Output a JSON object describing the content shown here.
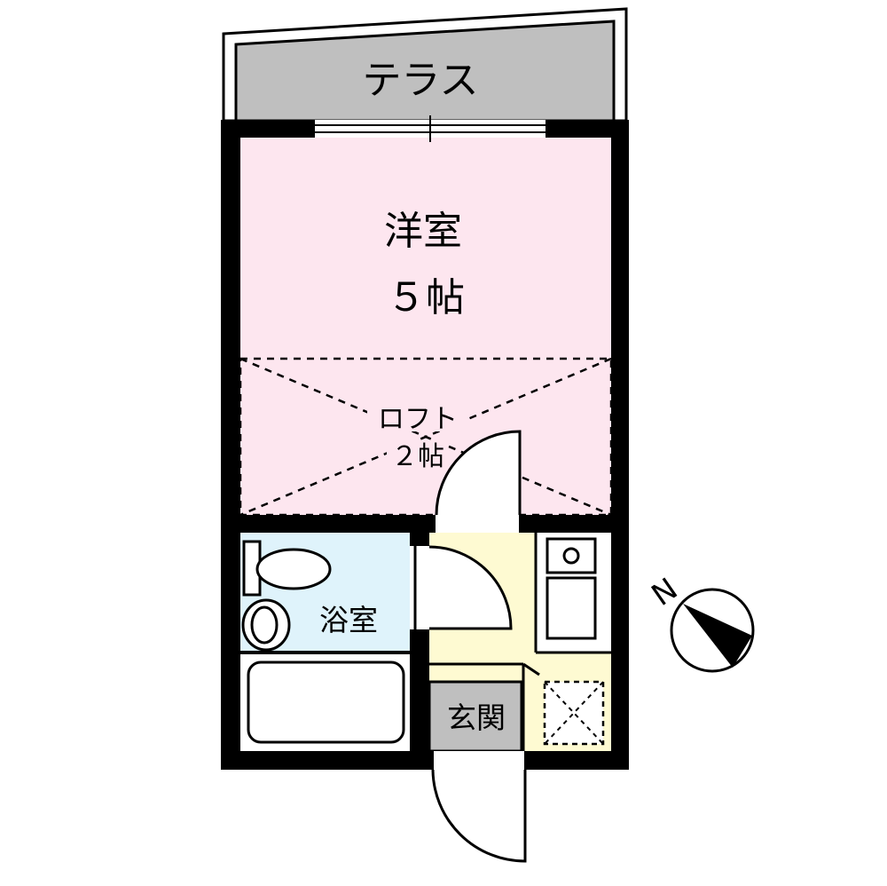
{
  "rooms": {
    "terrace": "テラス",
    "western_room": "洋室",
    "western_room_size": "５帖",
    "loft": "ロフト",
    "loft_size": "２帖",
    "bath": "浴室",
    "entrance": "玄関"
  },
  "compass": {
    "label": "N",
    "icon": "north-arrow-icon"
  },
  "colors": {
    "western_room": "#fde6ef",
    "bath": "#dff3fb",
    "kitchen": "#fefad2",
    "terrace": "#bfbfbf",
    "entrance": "#bfbfbf",
    "wall": "#000000"
  }
}
